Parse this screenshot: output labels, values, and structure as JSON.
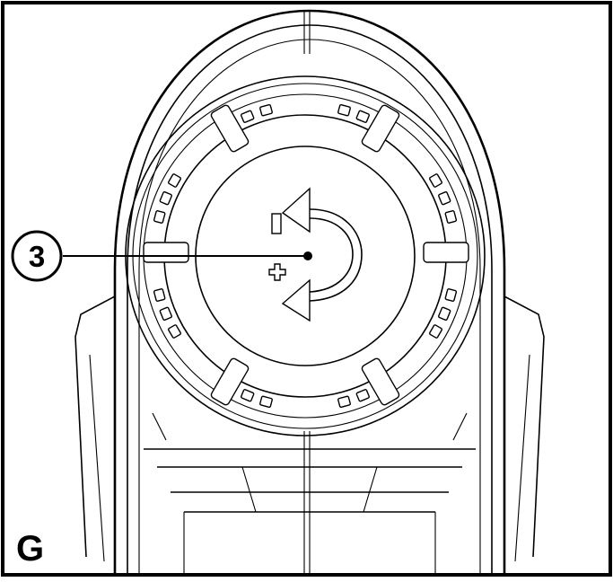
{
  "figure": {
    "panel_label": "G",
    "callout_number": "3",
    "minus_symbol": "minus-sign",
    "plus_symbol": "plus-sign",
    "arrow_icon": "rotate-arrows-icon"
  },
  "colors": {
    "ink": "#000000",
    "paper": "#ffffff"
  }
}
